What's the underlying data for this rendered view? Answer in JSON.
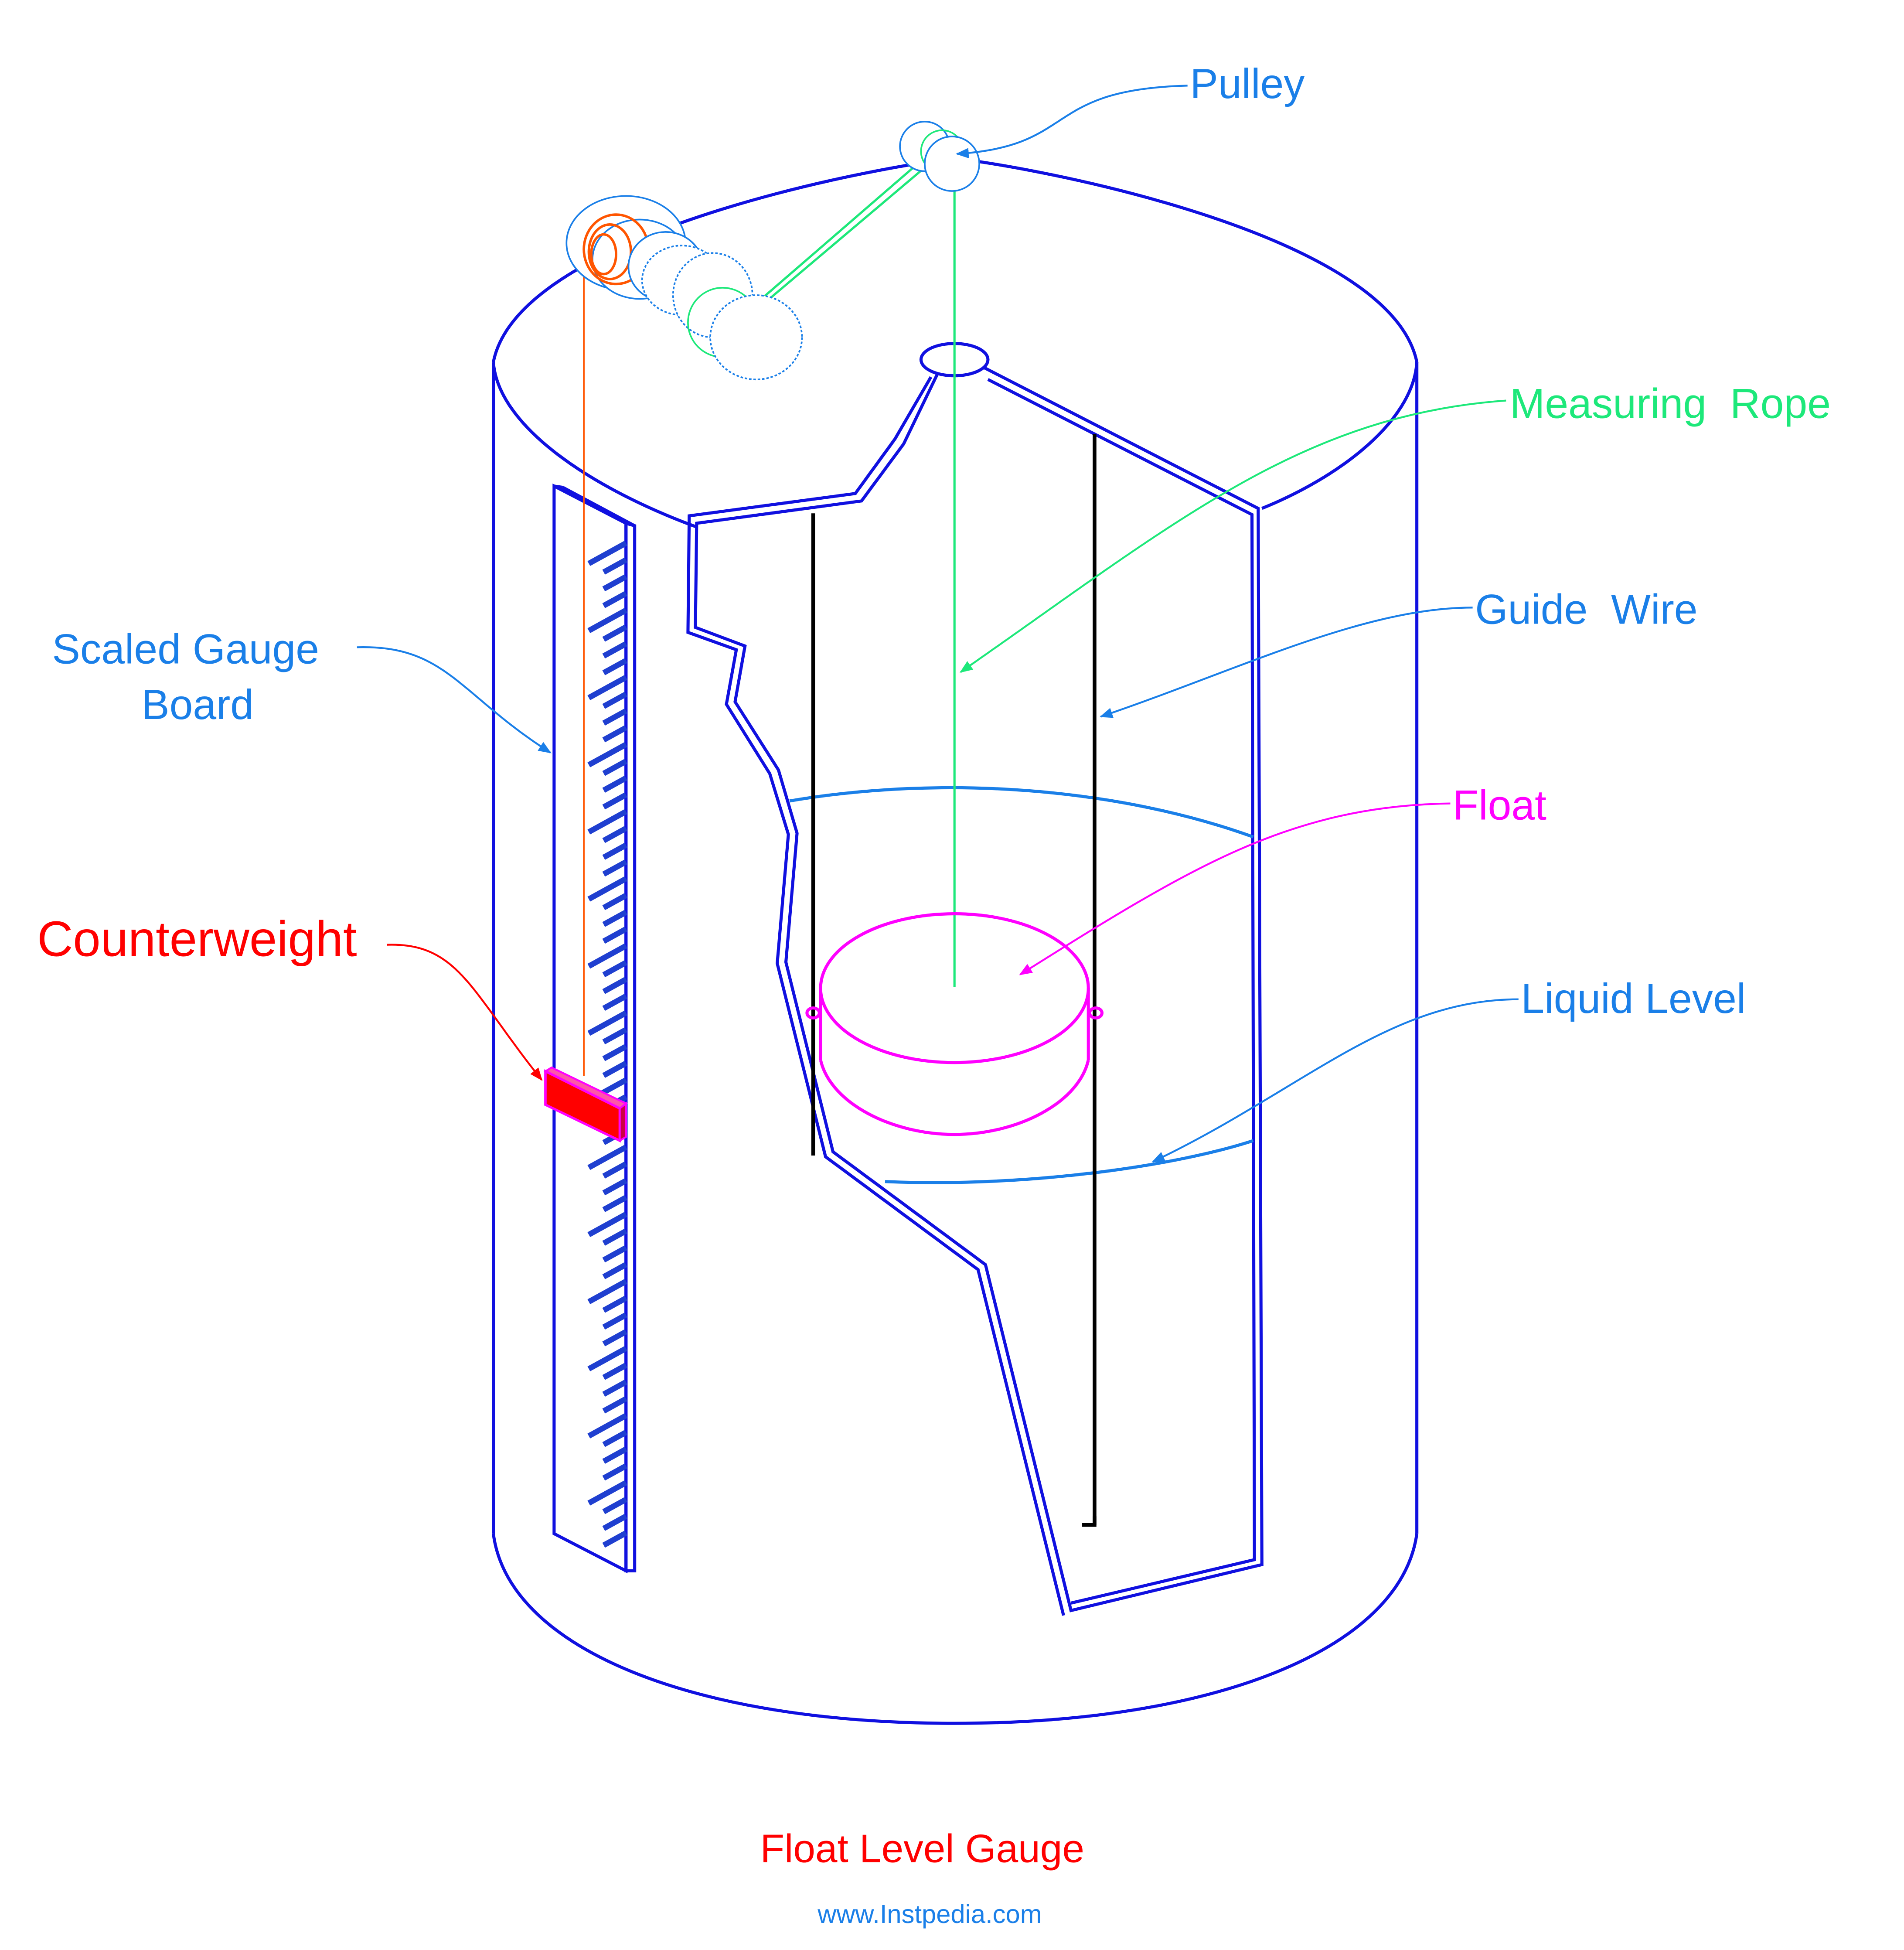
{
  "labels": {
    "pulley": "Pulley",
    "measuring_rope": "Measuring  Rope",
    "guide_wire": "Guide  Wire",
    "scaled_gauge_board_line1": "Scaled Gauge",
    "scaled_gauge_board_line2": "Board",
    "float": "Float",
    "counterweight": "Counterweight",
    "liquid_level": "Liquid Level"
  },
  "caption": {
    "title": "Float Level Gauge",
    "website": "www.Instpedia.com"
  },
  "colors": {
    "tank": "#1010e0",
    "label_blue": "#1a7fe8",
    "rope_green": "#1de87a",
    "float_magenta": "#ff00ff",
    "counterweight_red": "#ff0000",
    "gauge_marks": "#1f3fd0",
    "guide_wire": "#000000",
    "counter_rope": "#ff5500"
  }
}
